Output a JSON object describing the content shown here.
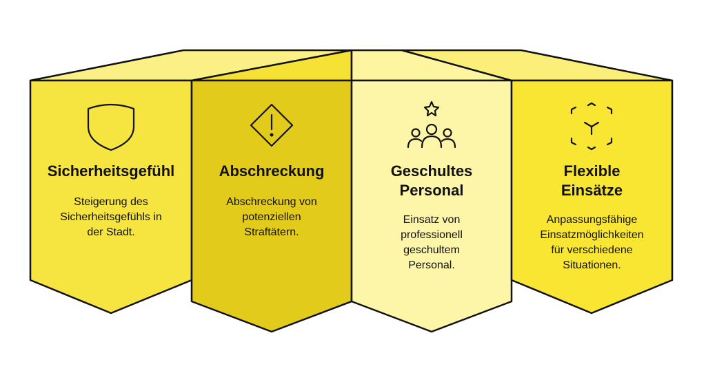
{
  "colors": {
    "panel_1": "#f6e441",
    "panel_1_top": "#faf085",
    "panel_2": "#e3cb1c",
    "panel_2_top": "#f5e234",
    "panel_3": "#fdf5a7",
    "panel_3_top": "#fdf5a0",
    "panel_4": "#f9e632",
    "panel_4_top": "#fbef7a",
    "stroke": "#111111"
  },
  "panels": [
    {
      "icon": "shield-icon",
      "title_lines": [
        "Sicherheitsgefühl"
      ],
      "desc_lines": [
        "Steigerung des",
        "Sicherheitsgefühls in",
        "der Stadt."
      ]
    },
    {
      "icon": "warning-diamond-icon",
      "title_lines": [
        "Abschreckung"
      ],
      "desc_lines": [
        "Abschreckung von",
        "potenziellen",
        "Straftätern."
      ]
    },
    {
      "icon": "team-star-icon",
      "title_lines": [
        "Geschultes",
        "Personal"
      ],
      "desc_lines": [
        "Einsatz von",
        "professionell",
        "geschultem",
        "Personal."
      ]
    },
    {
      "icon": "cube-expand-icon",
      "title_lines": [
        "Flexible",
        "Einsätze"
      ],
      "desc_lines": [
        "Anpassungsfähige",
        "Einsatzmöglichkeiten",
        "für verschiedene",
        "Situationen."
      ]
    }
  ]
}
